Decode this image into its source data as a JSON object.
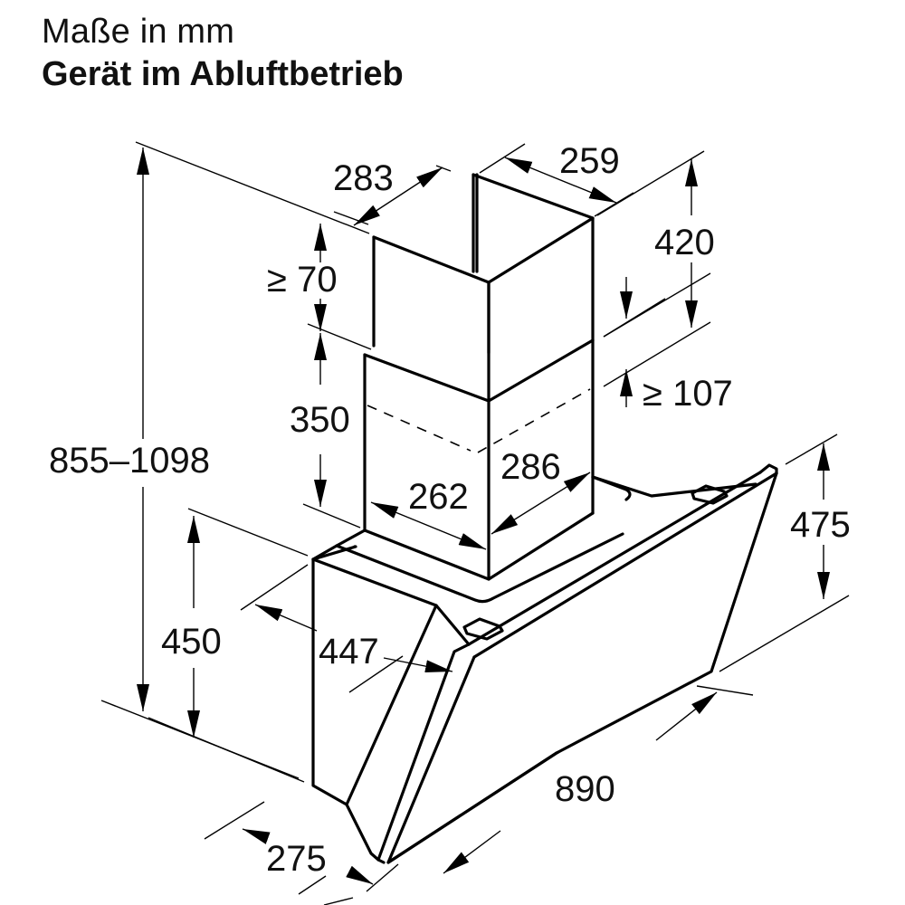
{
  "header": {
    "title": "Maße in mm",
    "subtitle": "Gerät im Abluftbetrieb"
  },
  "dimensions": {
    "chimney_upper_depth": "283",
    "chimney_upper_width": "259",
    "chimney_upper_height": "420",
    "min_gap_top": "≥ 70",
    "min_overlap": "≥ 107",
    "chimney_lower_height": "350",
    "chimney_lower_width": "262",
    "chimney_lower_depth": "286",
    "total_height": "855–1098",
    "body_height": "450",
    "body_depth": "447",
    "glass_height": "475",
    "width": "890",
    "bottom_depth": "275"
  },
  "colors": {
    "line": "#000000",
    "background": "#ffffff"
  }
}
